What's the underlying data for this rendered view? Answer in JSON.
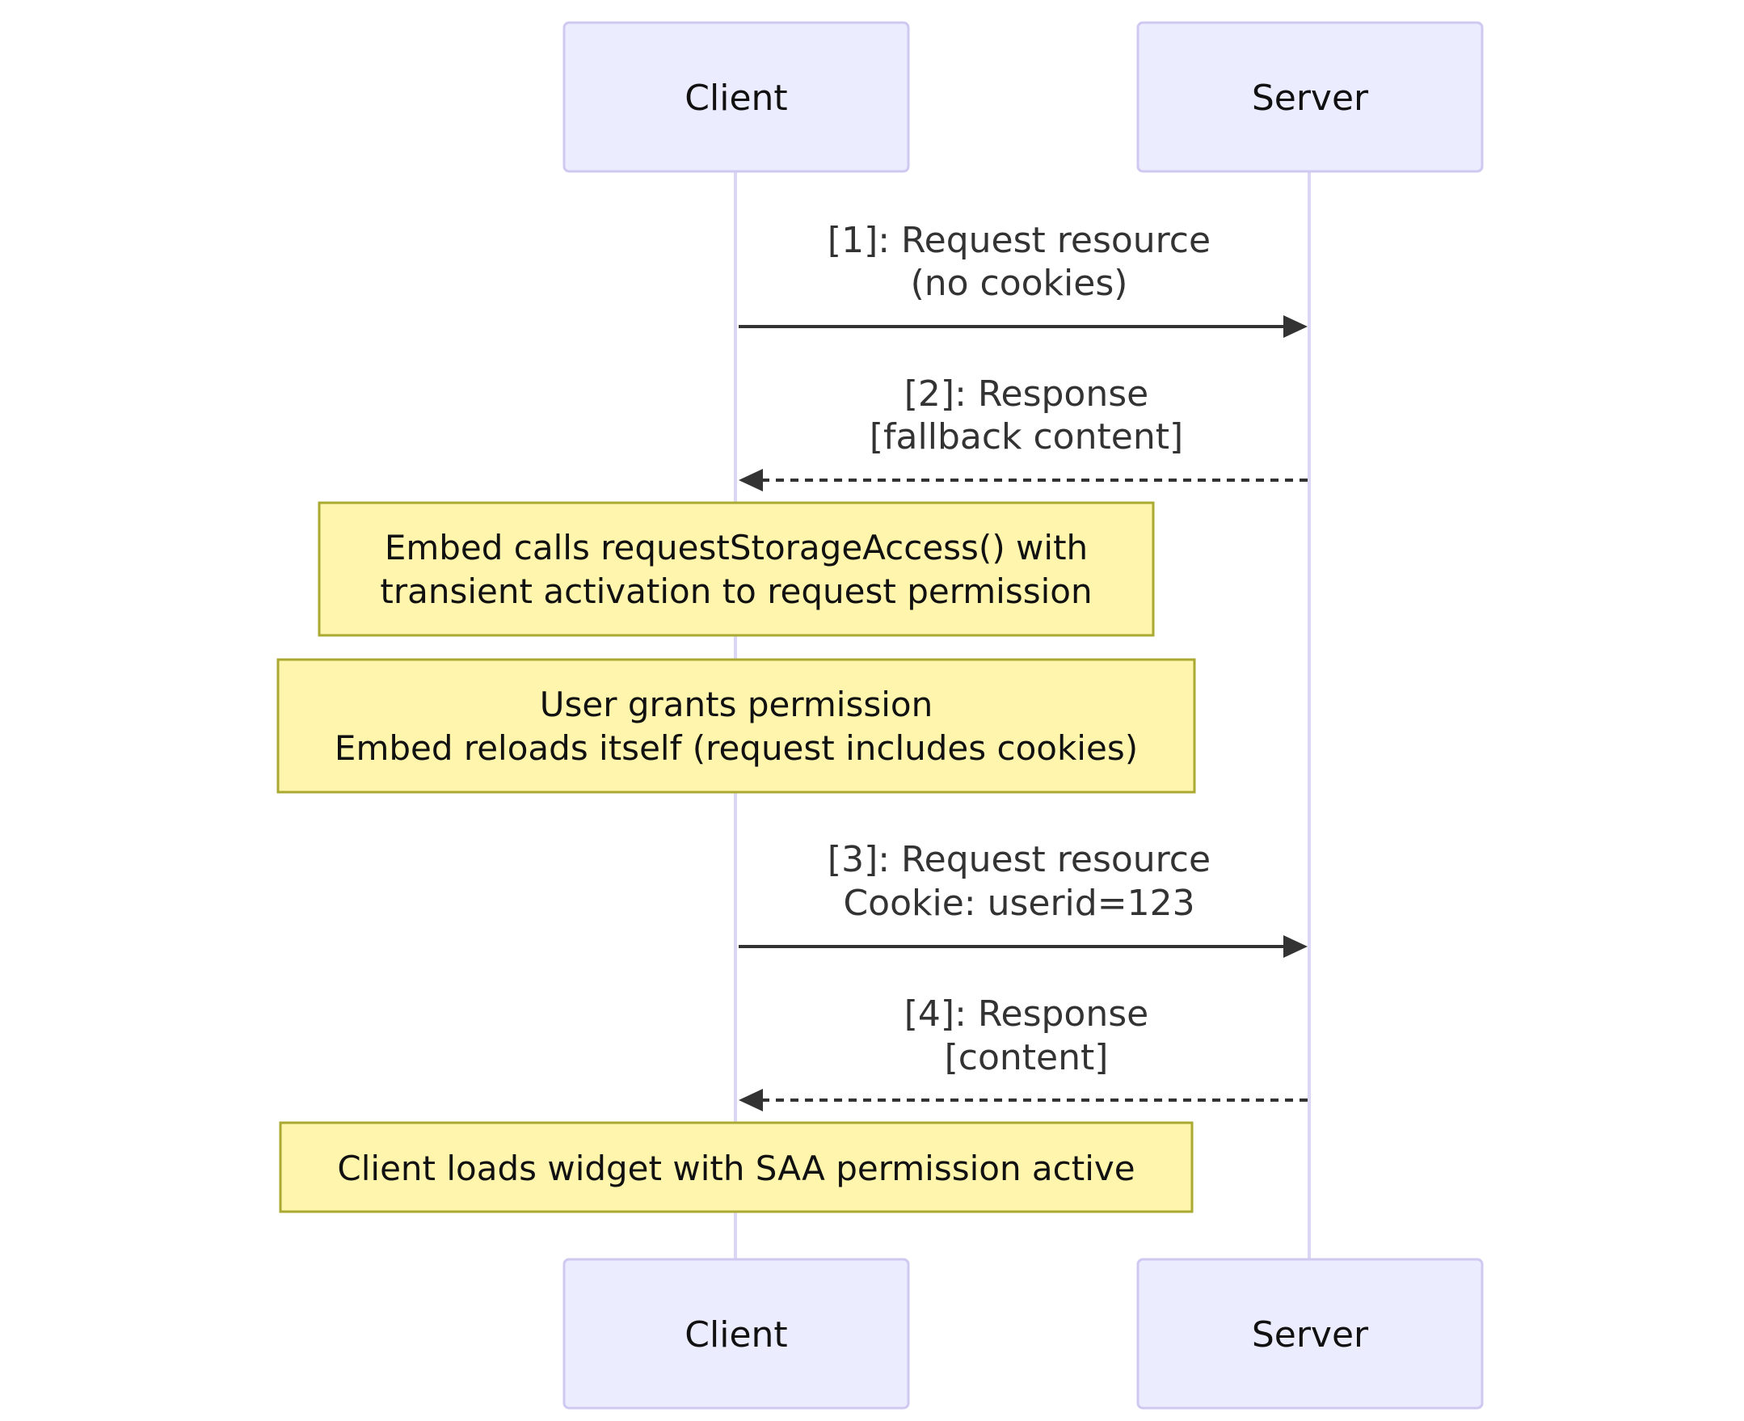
{
  "colors": {
    "participant_fill": "#ECECFF",
    "participant_stroke": "#CFC8F0",
    "lifeline": "#DCD6F5",
    "arrow": "#333333",
    "note_fill": "#FFF5AD",
    "note_stroke": "#AAAA33"
  },
  "participants": [
    {
      "id": "client",
      "label": "Client"
    },
    {
      "id": "server",
      "label": "Server"
    }
  ],
  "messages": [
    {
      "id": "msg1",
      "from": "client",
      "to": "server",
      "style": "solid",
      "lines": [
        "[1]: Request resource",
        "(no cookies)"
      ]
    },
    {
      "id": "msg2",
      "from": "server",
      "to": "client",
      "style": "dashed",
      "lines": [
        "[2]: Response",
        "[fallback content]"
      ]
    },
    {
      "id": "msg3",
      "from": "client",
      "to": "server",
      "style": "solid",
      "lines": [
        "[3]: Request resource",
        "Cookie: userid=123"
      ]
    },
    {
      "id": "msg4",
      "from": "server",
      "to": "client",
      "style": "dashed",
      "lines": [
        "[4]: Response",
        "[content]"
      ]
    }
  ],
  "notes": [
    {
      "id": "note1",
      "lines": [
        "Embed calls requestStorageAccess() with",
        "transient activation to request permission"
      ]
    },
    {
      "id": "note2",
      "lines": [
        "User grants permission",
        "Embed reloads itself (request includes cookies)"
      ]
    },
    {
      "id": "note3",
      "lines": [
        "Client loads widget with SAA permission active"
      ]
    }
  ]
}
